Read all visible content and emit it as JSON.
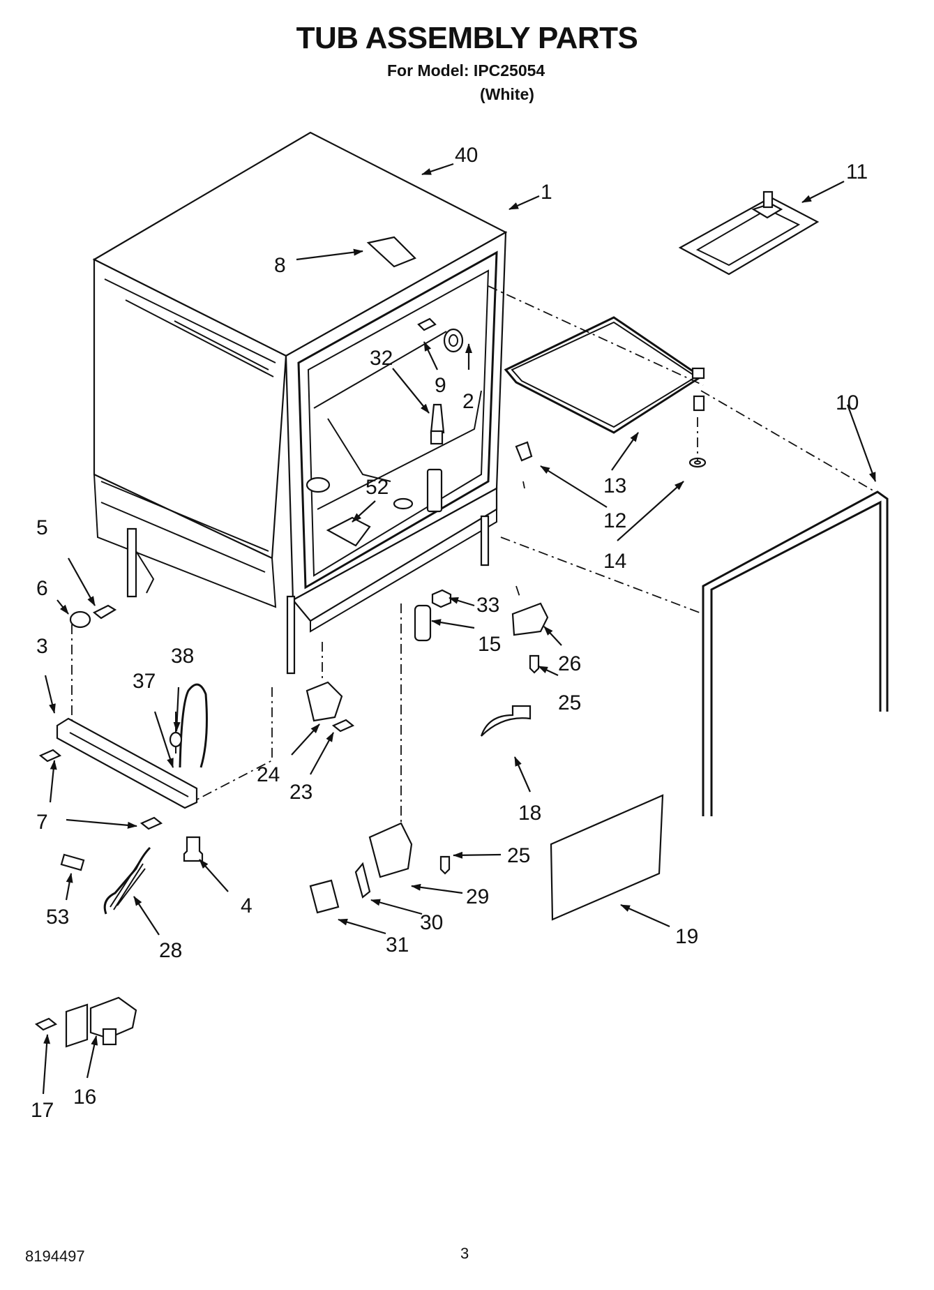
{
  "header": {
    "title": "TUB ASSEMBLY PARTS",
    "model_line": "For Model: IPC25054",
    "variant": "(White)"
  },
  "footer": {
    "doc_number": "8194497",
    "page_number": "3"
  },
  "callouts": {
    "c40": "40",
    "c1": "1",
    "c11": "11",
    "c8": "8",
    "c32": "32",
    "c9": "9",
    "c2": "2",
    "c10": "10",
    "c13": "13",
    "c12": "12",
    "c14": "14",
    "c52": "52",
    "c5": "5",
    "c6": "6",
    "c3": "3",
    "c38": "38",
    "c37": "37",
    "c33": "33",
    "c15": "15",
    "c26": "26",
    "c25a": "25",
    "c24": "24",
    "c23": "23",
    "c18": "18",
    "c7a": "7",
    "c7b": "7",
    "c4": "4",
    "c53": "53",
    "c28": "28",
    "c25b": "25",
    "c29": "29",
    "c30": "30",
    "c31": "31",
    "c19": "19",
    "c17": "17",
    "c16": "16"
  }
}
